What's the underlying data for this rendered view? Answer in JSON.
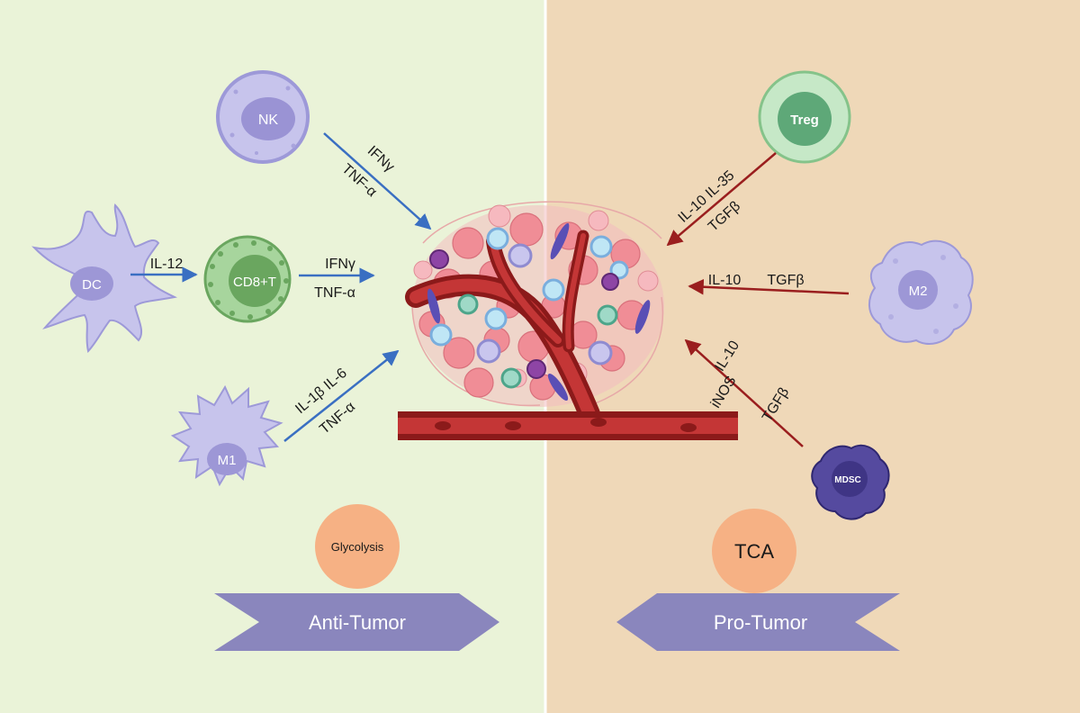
{
  "panels": {
    "left_color": "#eaf3d8",
    "right_color": "#efd8b8"
  },
  "cells": {
    "nk": "NK",
    "dc": "DC",
    "cd8": "CD8+T",
    "m1": "M1",
    "treg": "Treg",
    "m2": "M2",
    "mdsc": "MDSC"
  },
  "signals": {
    "nk_1": "IFNγ",
    "nk_2": "TNF-α",
    "dc": "IL-12",
    "cd8_1": "IFNγ",
    "cd8_2": "TNF-α",
    "m1_1": "IL-1β  IL-6",
    "m1_2": "TNF-α",
    "treg_1": "IL-10  IL-35",
    "treg_2": "TGFβ",
    "m2_1": "IL-10",
    "m2_2": "TGFβ",
    "mdsc_1": "IL-10",
    "mdsc_2": "iNOS",
    "mdsc_3": "TGFβ"
  },
  "metabolism": {
    "left": "Glycolysis",
    "right": "TCA"
  },
  "banners": {
    "left": "Anti-Tumor",
    "right": "Pro-Tumor"
  },
  "colors": {
    "anti_arrow": "#3a6fc2",
    "pro_arrow": "#9a1e1e",
    "circle_orange": "#f6b184",
    "banner": "#8a86bd",
    "vessel": "#8b1a1a"
  }
}
